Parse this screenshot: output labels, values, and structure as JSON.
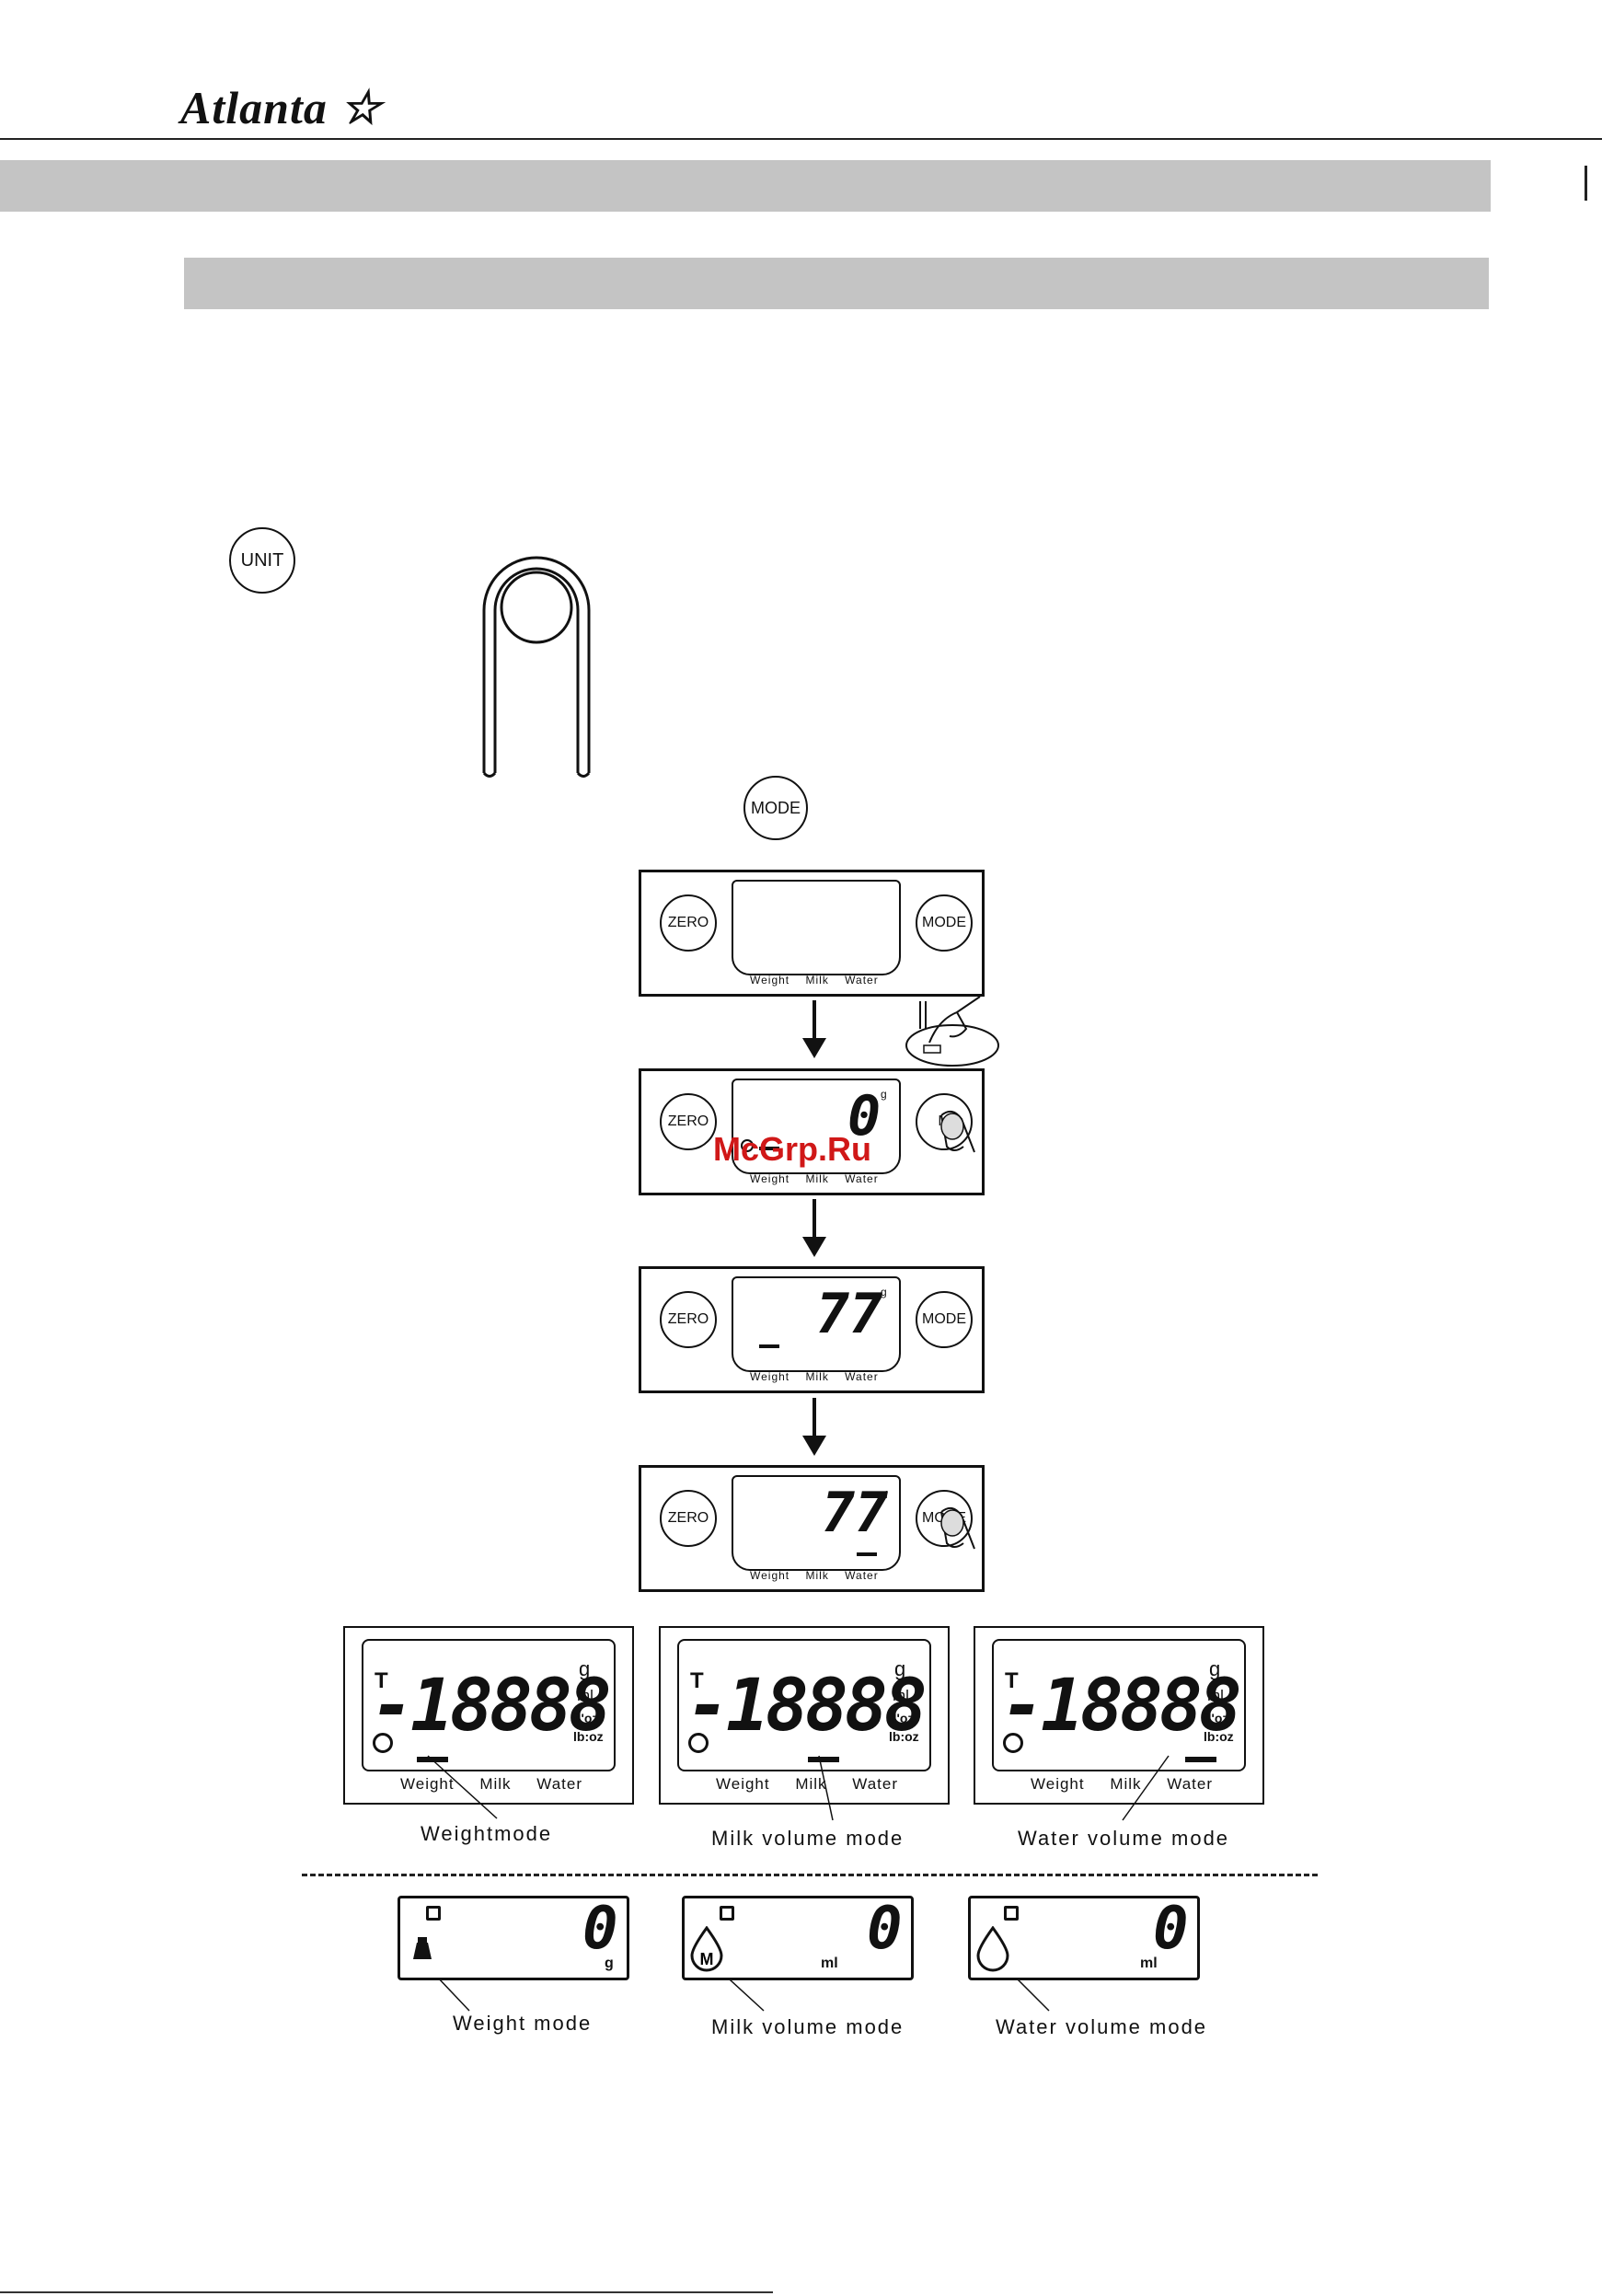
{
  "header": {
    "brand": "Atlanta"
  },
  "buttons": {
    "unit": "UNIT",
    "mode": "MODE",
    "zero": "ZERO"
  },
  "panel": {
    "weight": "Weight",
    "milk": "Milk",
    "water": "Water",
    "mode_partial": "M"
  },
  "readings": {
    "zero": "0",
    "unit_g": "g",
    "unit_ml": "ml",
    "val1": "77",
    "val2": "77"
  },
  "big_lcd": {
    "t": "T",
    "digits": "-18888",
    "unit_g": "g",
    "unit_ml": "ml",
    "unit_floz": "fl'oz",
    "unit_lboz": "lb:oz",
    "weight": "Weight",
    "milk": "Milk",
    "water": "Water"
  },
  "captions": {
    "weight_mode": "Weightmode",
    "milk_mode": "Milk volume mode",
    "water_mode": "Water volume mode"
  },
  "small_lcd": {
    "zero": "0",
    "g": "g",
    "ml": "ml",
    "m_icon": "M"
  },
  "captions2": {
    "weight_mode": "Weight mode",
    "milk_mode": "Milk volume mode",
    "water_mode": "Water volume mode"
  },
  "watermark": "McGrp.Ru"
}
